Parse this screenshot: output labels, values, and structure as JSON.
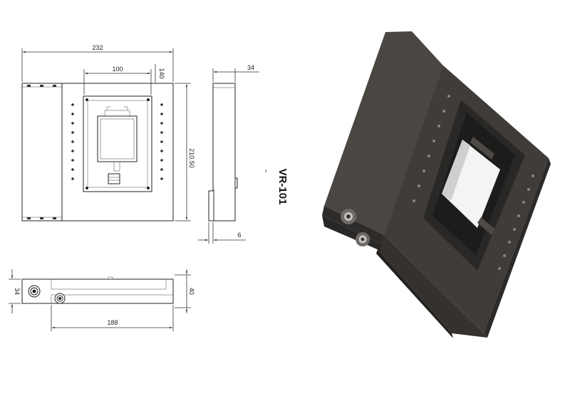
{
  "title": "VR-101",
  "dimensions": {
    "overall_width": "232",
    "window_width": "100",
    "window_offset": "140",
    "depth": "34",
    "height": "210.50",
    "flange": "6",
    "side_thickness": "34",
    "total_thickness": "40",
    "base_length": "188"
  },
  "colors": {
    "housing_dark": "#3e3b38",
    "housing_mid": "#55514d",
    "line": "#222222"
  },
  "icons": [
    "front-view-drawing",
    "side-view-drawing",
    "bottom-view-drawing",
    "isometric-3d-render"
  ]
}
